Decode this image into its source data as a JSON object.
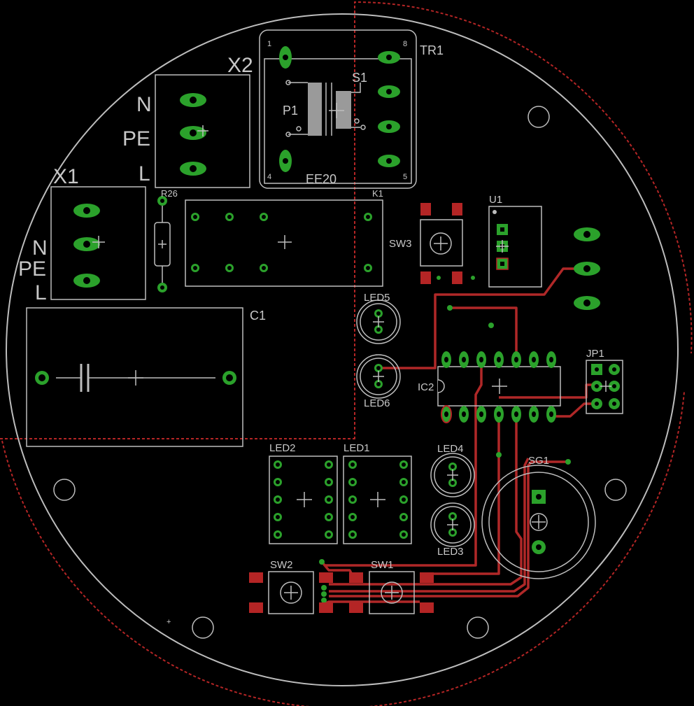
{
  "board": {
    "boundary_color": "#b42525",
    "copper_color": "#2ba12b",
    "silk_color": "#bdbdbd",
    "trace_color": "#b02828"
  },
  "labels": {
    "x2": "X2",
    "x2_n": "N",
    "x2_pe": "PE",
    "x2_l": "L",
    "x1": "X1",
    "x1_n": "N",
    "x1_pe": "PE",
    "x1_l": "L",
    "tr1": "TR1",
    "tr1_core": "EE20",
    "tr1_p1": "P1",
    "tr1_s1": "S1",
    "tr1_pin1": "1",
    "tr1_pin4": "4",
    "tr1_pin5": "5",
    "tr1_pin8": "8",
    "r26": "R26",
    "k1": "K1",
    "sw3": "SW3",
    "u1": "U1",
    "c1": "C1",
    "led5": "LED5",
    "led6": "LED6",
    "ic2": "IC2",
    "jp1": "JP1",
    "led2": "LED2",
    "led1": "LED1",
    "led4": "LED4",
    "led3": "LED3",
    "sg1": "SG1",
    "sw2": "SW2",
    "sw1": "SW1"
  }
}
